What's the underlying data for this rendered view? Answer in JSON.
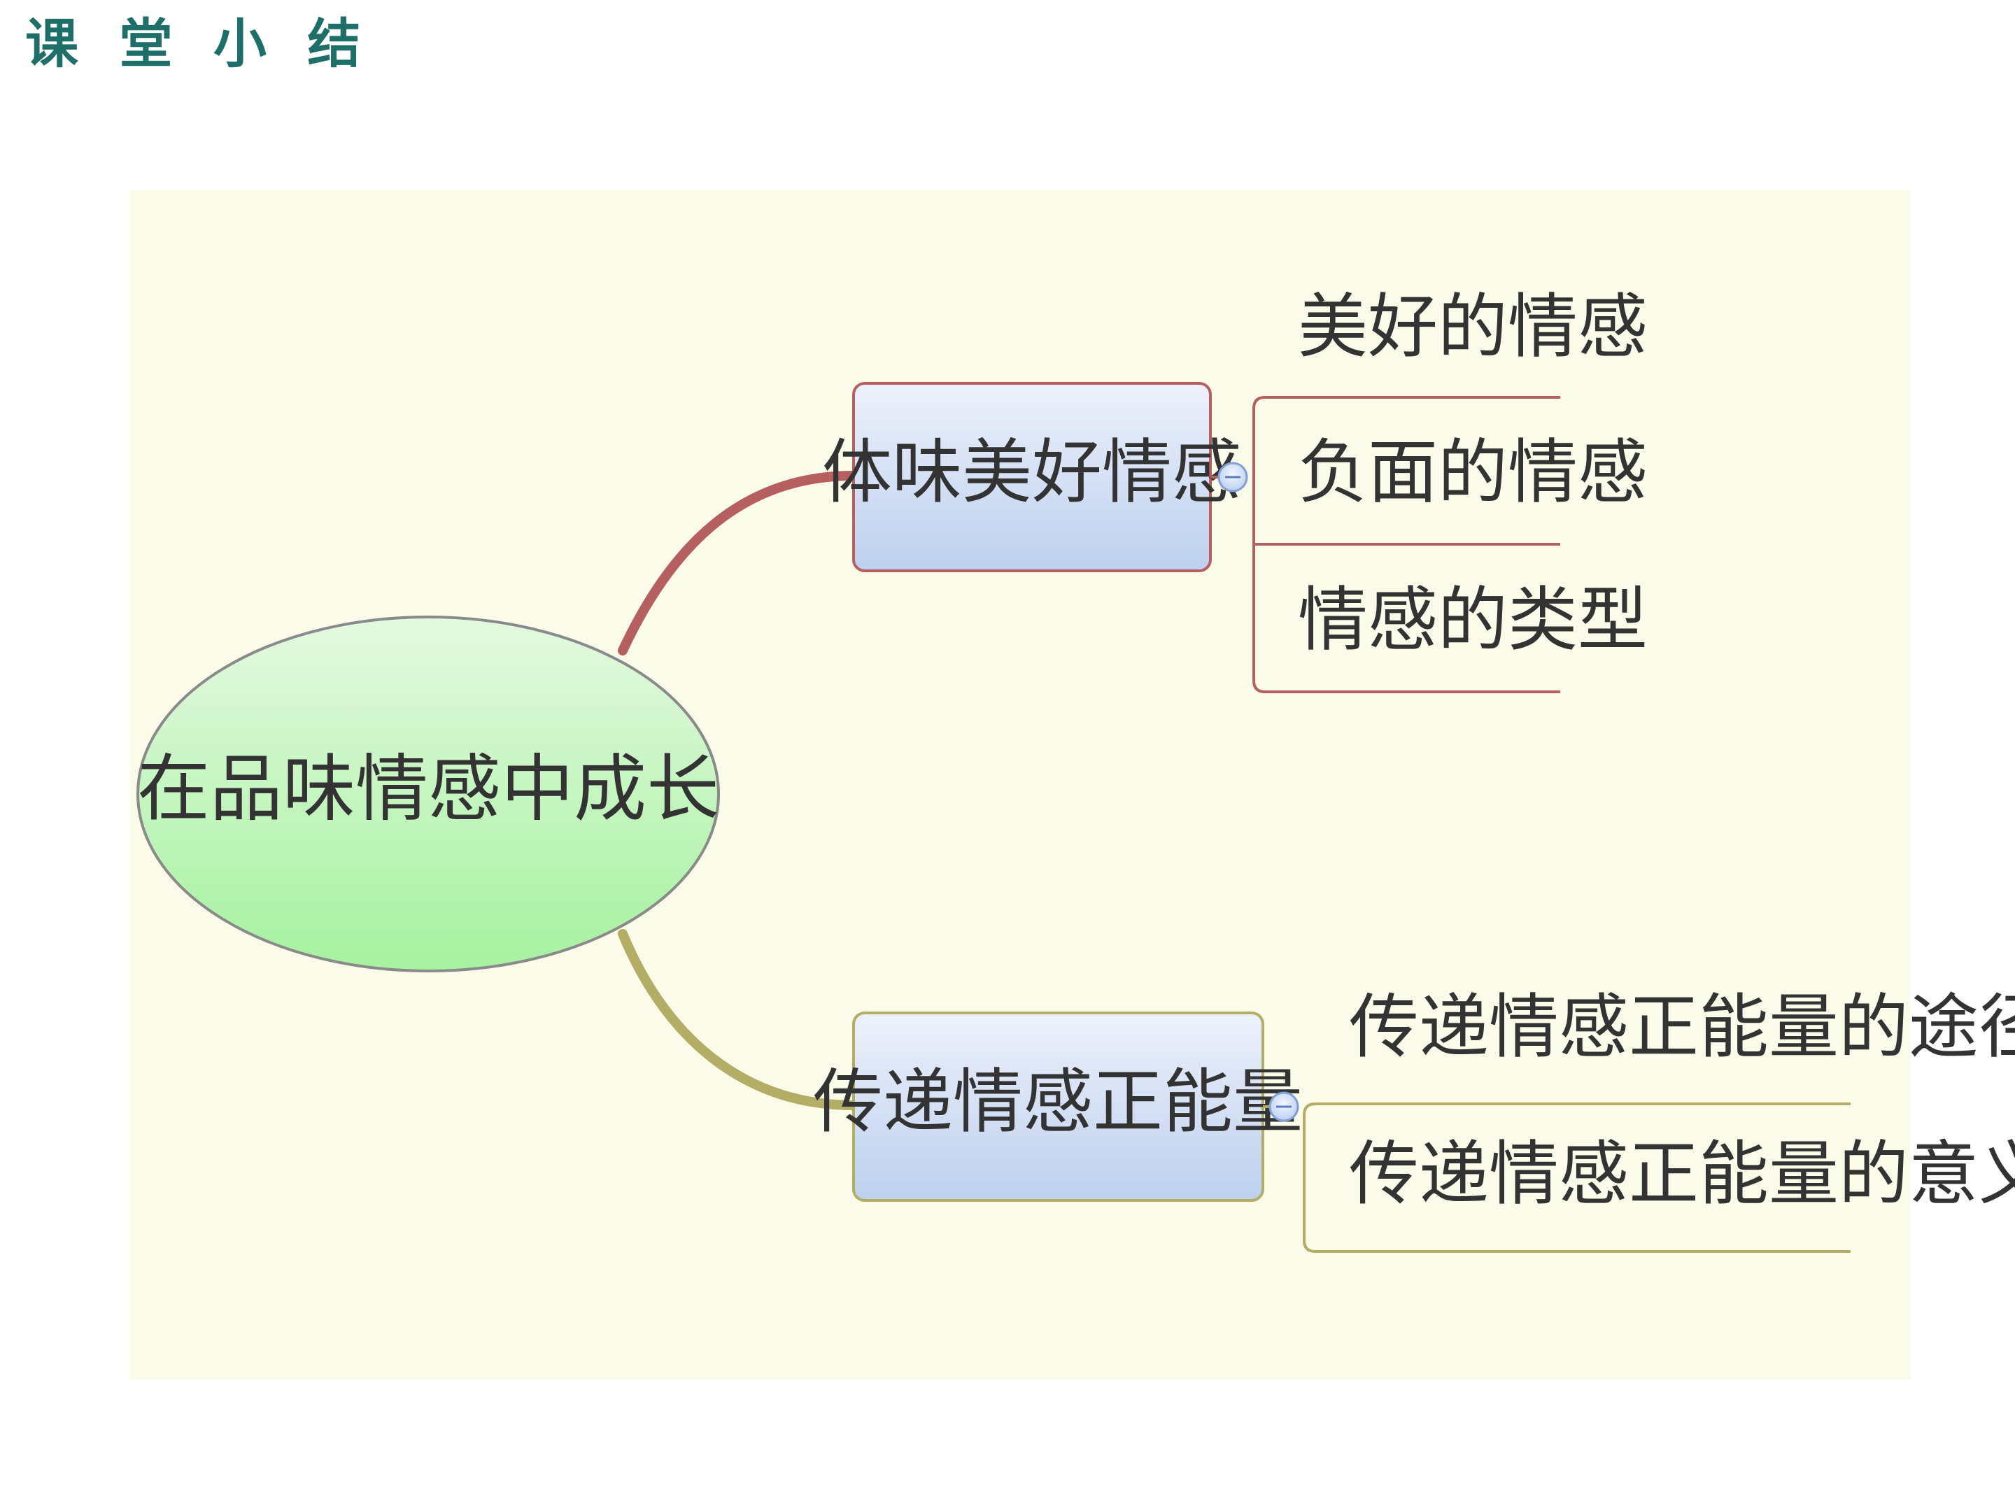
{
  "page": {
    "title": "课 堂 小 结"
  },
  "mindmap": {
    "root": "在品味情感中成长",
    "branches": [
      {
        "label": "体味美好情感",
        "color": "#b5605f",
        "children": [
          "美好的情感",
          "负面的情感",
          "情感的类型"
        ]
      },
      {
        "label": "传递情感正能量",
        "color": "#b3ad66",
        "children": [
          "传递情感正能量的途径",
          "传递情感正能量的意义"
        ]
      }
    ],
    "colors": {
      "background": "#fbfbe9",
      "root_fill_top": "#e4f9e0",
      "root_fill_bottom": "#a6f2a0",
      "branch_fill_top": "#edf1fb",
      "branch_fill_bottom": "#bdd0ee",
      "title": "#1e6f6a"
    }
  }
}
